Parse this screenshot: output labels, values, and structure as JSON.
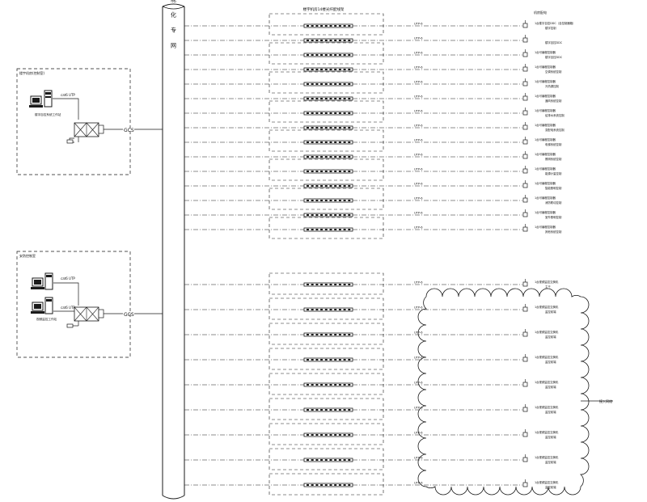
{
  "backbone_label": "智能化专网",
  "rack_title": "楼宇机房14楼光纤配线架",
  "uplink_label": "GCS",
  "site_a": {
    "title": "楼宇机房(控制室)",
    "link_label": "cat6 UTP",
    "computer_label": "楼宇自控系统工作站"
  },
  "site_b": {
    "title": "安防控制室",
    "link_label": "cat6 UTP",
    "computer_1_label": "",
    "computer_2_label": "视频监控工作站"
  },
  "cable_label": "UTP-6",
  "rows": [
    {
      "line1": "1台楼宇自控DDC（含控制器箱）",
      "line2": "楼宇控制"
    },
    {
      "line1": "",
      "line2": "楼宇自控DDC"
    },
    {
      "line1": "1台可编程控制器",
      "line2": "楼宇自控DDC"
    },
    {
      "line1": "1台可编程控制器",
      "line2": "空调系统控制"
    },
    {
      "line1": "1台可编程控制器",
      "line2": "冷热源控制"
    },
    {
      "line1": "1台可编程控制器",
      "line2": "通风系统控制"
    },
    {
      "line1": "1台可编程控制器",
      "line2": "给排水系统控制"
    },
    {
      "line1": "1台可编程控制器",
      "line2": "变配电系统控制"
    },
    {
      "line1": "1台可编程控制器",
      "line2": "电梯系统控制"
    },
    {
      "line1": "1台可编程控制器",
      "line2": "照明系统控制"
    },
    {
      "line1": "1台可编程控制器",
      "line2": "能源计量控制"
    },
    {
      "line1": "1台可编程控制器",
      "line2": "智能照明控制"
    },
    {
      "line1": "1台可编程控制器",
      "line2": "消防联动控制"
    },
    {
      "line1": "1台可编程控制器",
      "line2": "室外照明控制"
    },
    {
      "line1": "1台可编程控制器",
      "line2": "其他系统控制"
    },
    {
      "line1": "1台视频监控交换机",
      "line2": "主干"
    },
    {
      "line1": "1台视频监控交换机",
      "line2": "监控前端"
    },
    {
      "line1": "1台视频监控交换机",
      "line2": "监控前端"
    },
    {
      "line1": "1台视频监控交换机",
      "line2": "监控前端"
    },
    {
      "line1": "1台视频监控交换机",
      "line2": "监控前端"
    },
    {
      "line1": "1台视频监控交换机",
      "line2": "监控前端"
    },
    {
      "line1": "1台视频监控交换机",
      "line2": "监控前端"
    },
    {
      "line1": "1台视频监控交换机",
      "line2": "监控前端"
    },
    {
      "line1": "1台视频监控交换机",
      "line2": "监控前端"
    }
  ],
  "top_right_label": "机房配电",
  "cloud_label": "接入网络",
  "colors": {
    "line": "#1a1a1a",
    "background": "#ffffff"
  }
}
